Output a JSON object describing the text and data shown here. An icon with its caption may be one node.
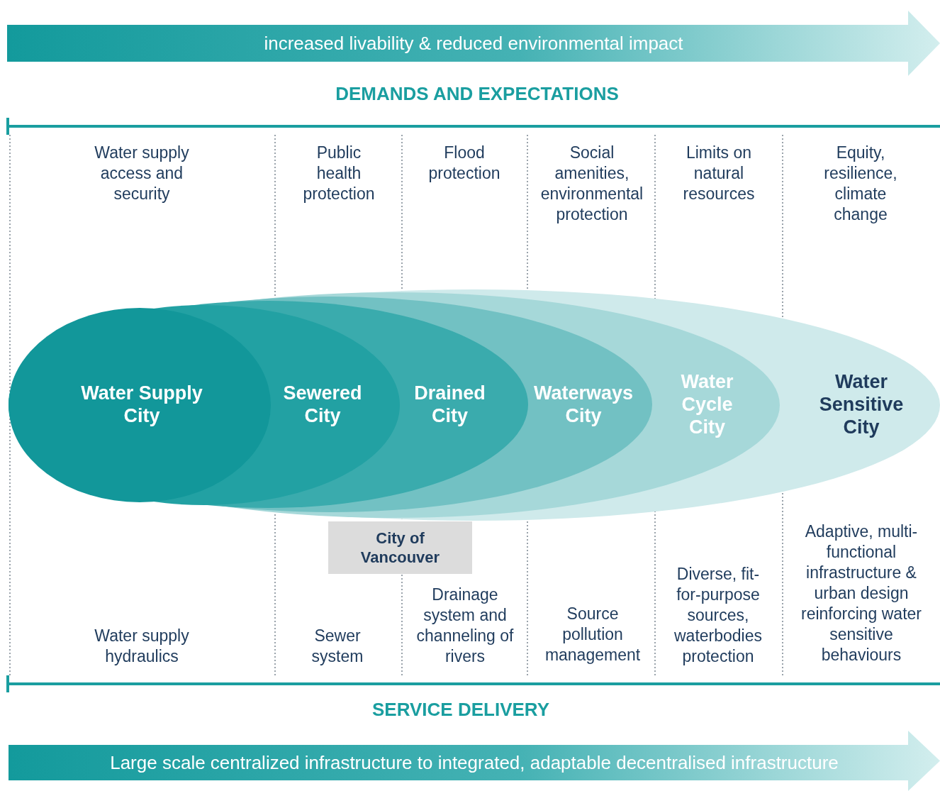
{
  "diagram": {
    "nodes": [
      {
        "text": [
          "increased livability & reduced environmental impact"
        ]
      },
      {
        "text": [
          "Water Sensitive City"
        ]
      },
      {
        "text": [
          "Water Cycle City"
        ],
        "in": 1
      },
      {
        "text": [
          "Waterways City"
        ],
        "in": 2
      },
      {
        "text": [
          "Drained City"
        ],
        "in": 3
      },
      {
        "text": [
          "Sewered City"
        ],
        "in": 4
      },
      {
        "text": [
          "Water Supply City"
        ],
        "in": 5
      },
      {
        "text": [
          "City of Vancouver"
        ]
      },
      {
        "text": [
          "Large scale centralized infrastructure to integrated, adaptable decentralised infrastructure"
        ]
      }
    ],
    "labels": [
      "DEMANDS AND EXPECTATIONS",
      "Water supply access and security",
      "Public health protection",
      "Flood protection",
      "Social amenities, environmental protection",
      "Limits on natural resources",
      "Equity, resilience, climate change",
      "Adaptive, multi-functional infrastructure & urban design reinforcing water sensitive behaviours",
      "Diverse, fit-for-purpose sources, waterbodies protection",
      "Drainage system and channeling of rivers",
      "Source pollution management",
      "Water supply hydraulics",
      "Sewer system",
      "SERVICE DELIVERY"
    ]
  }
}
